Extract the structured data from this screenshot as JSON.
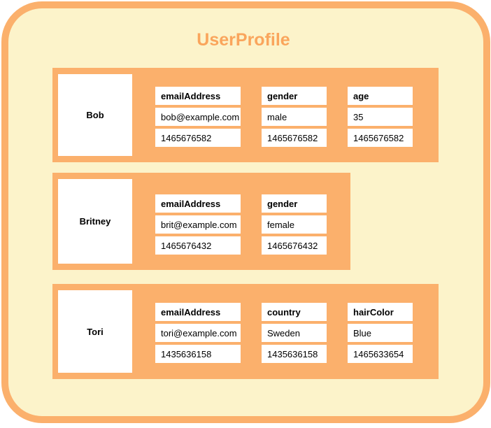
{
  "title": "UserProfile",
  "colors": {
    "orange_block": "#fbb06c",
    "frame_border": "#fbb06c",
    "frame_background": "#fcf3ca",
    "title_text": "#faa55c",
    "cell_background": "#ffffff",
    "cell_text": "#000000"
  },
  "rows": [
    {
      "key": "Bob",
      "columns": [
        {
          "name": "emailAddress",
          "value": "bob@example.com",
          "timestamp": "1465676582"
        },
        {
          "name": "gender",
          "value": "male",
          "timestamp": "1465676582"
        },
        {
          "name": "age",
          "value": "35",
          "timestamp": "1465676582"
        }
      ]
    },
    {
      "key": "Britney",
      "columns": [
        {
          "name": "emailAddress",
          "value": "brit@example.com",
          "timestamp": "1465676432"
        },
        {
          "name": "gender",
          "value": "female",
          "timestamp": "1465676432"
        }
      ]
    },
    {
      "key": "Tori",
      "columns": [
        {
          "name": "emailAddress",
          "value": "tori@example.com",
          "timestamp": "1435636158"
        },
        {
          "name": "country",
          "value": "Sweden",
          "timestamp": "1435636158"
        },
        {
          "name": "hairColor",
          "value": "Blue",
          "timestamp": "1465633654"
        }
      ]
    }
  ]
}
